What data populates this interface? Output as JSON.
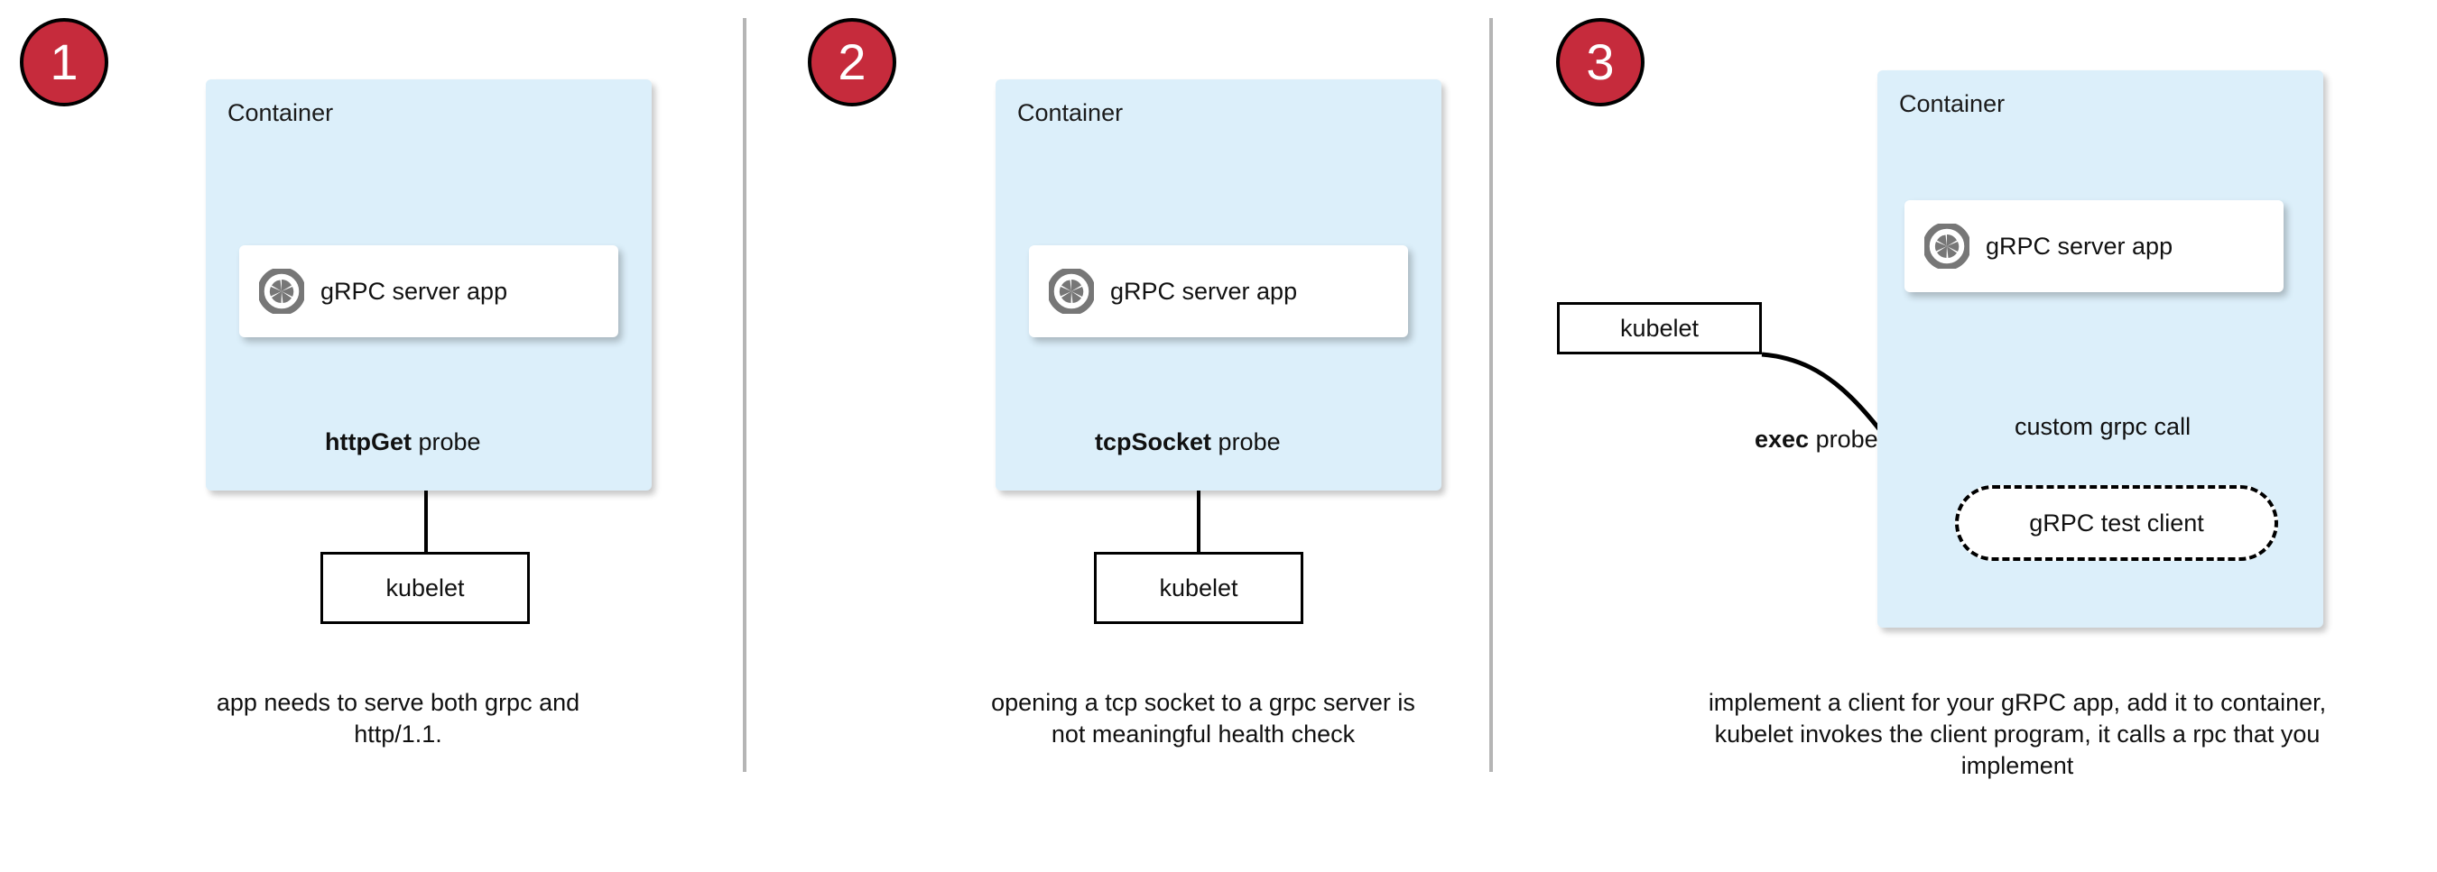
{
  "diagram": {
    "title": "Kubernetes gRPC health probe approaches",
    "accent_red": "#C62B3C",
    "container_fill": "#DCEFFA",
    "divider_color": "#b5b5b5",
    "icon_gray": "#777777"
  },
  "panels": [
    {
      "badge": "1",
      "container_label": "Container",
      "app_label": "gRPC server app",
      "app_icon": "grpc-logo-icon",
      "probe_label_bold": "httpGet",
      "probe_label_rest": " probe",
      "kubelet_label": "kubelet",
      "caption": "app needs to serve both grpc and http/1.1."
    },
    {
      "badge": "2",
      "container_label": "Container",
      "app_label": "gRPC server app",
      "app_icon": "grpc-logo-icon",
      "probe_label_bold": "tcpSocket",
      "probe_label_rest": " probe",
      "kubelet_label": "kubelet",
      "caption": "opening a tcp socket to a grpc server is not meaningful health check"
    },
    {
      "badge": "3",
      "container_label": "Container",
      "app_label": "gRPC server app",
      "app_icon": "grpc-logo-icon",
      "probe_label_bold": "exec",
      "probe_label_rest": " probe",
      "call_label": "custom grpc call",
      "client_label": "gRPC test client",
      "kubelet_label": "kubelet",
      "caption": "implement a client for your gRPC app, add it to container, kubelet invokes the client program, it calls a rpc that you implement"
    }
  ]
}
